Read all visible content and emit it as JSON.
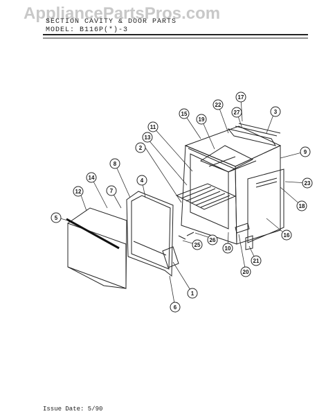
{
  "watermark": "AppliancePartsPros.com",
  "header": {
    "section_line": "SECTION  CAVITY & DOOR PARTS",
    "model_line": "MODEL:  B116P(*)-3"
  },
  "footer": {
    "issue_date": "Issue Date: 5/90"
  },
  "callouts": [
    "1",
    "2",
    "3",
    "4",
    "5",
    "6",
    "7",
    "8",
    "9",
    "10",
    "11",
    "12",
    "13",
    "14",
    "15",
    "16",
    "17",
    "18",
    "19",
    "20",
    "21",
    "22",
    "23",
    "25",
    "26",
    "27"
  ]
}
